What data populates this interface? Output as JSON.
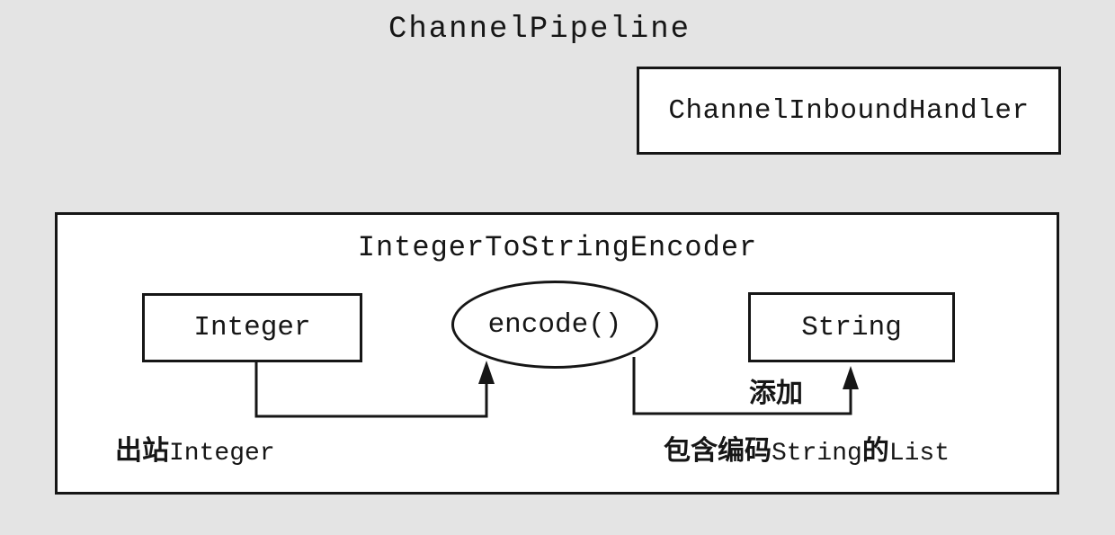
{
  "colors": {
    "background": "#e4e4e4",
    "box_fill": "#ffffff",
    "line": "#161616"
  },
  "diagram": {
    "title": "ChannelPipeline",
    "inbound_handler_label": "ChannelInboundHandler",
    "encoder": {
      "title": "IntegerToStringEncoder",
      "input_label": "Integer",
      "method_label": "encode()",
      "output_label": "String",
      "add_label": "添加",
      "outbound_caption": {
        "cjk": "出站",
        "code": "Integer"
      },
      "encoded_caption": {
        "part1": "包含编码",
        "part2": "String",
        "part3": "的",
        "part4": "List"
      }
    }
  }
}
